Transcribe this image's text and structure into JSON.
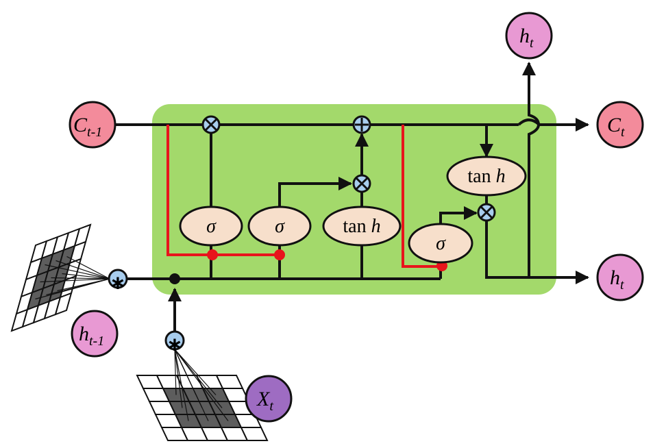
{
  "nodes": {
    "c_prev": {
      "base": "C",
      "sub": "t-1"
    },
    "c_t": {
      "base": "C",
      "sub": "t"
    },
    "h_top": {
      "base": "h",
      "sub": "t"
    },
    "h_out": {
      "base": "h",
      "sub": "t"
    },
    "h_prev": {
      "base": "h",
      "sub": "t-1"
    },
    "x_t": {
      "base": "X",
      "sub": "t"
    }
  },
  "gates": {
    "forget": "σ",
    "input": "σ",
    "candidate_fn": "tan",
    "candidate_var": "h",
    "output": "σ",
    "cell_fn": "tan",
    "cell_var": "h"
  },
  "operators": {
    "multiply": "⊗",
    "add": "⊕",
    "convolution": "∗"
  },
  "colors": {
    "cell_background": "#a3d96b",
    "cell_state_node": "#f38b9b",
    "hidden_node": "#e899d3",
    "input_node": "#9e6cc2",
    "gate_fill": "#f7dfcb",
    "operator_fill": "#a8cdee",
    "peephole": "#e8141c"
  }
}
